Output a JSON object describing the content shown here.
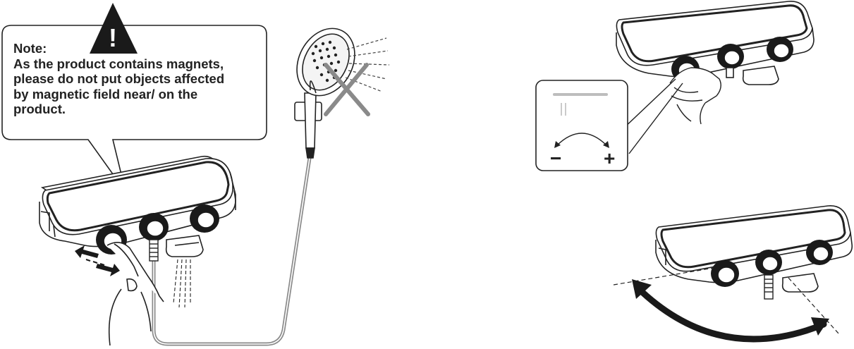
{
  "note": {
    "heading": "Note:",
    "lines": [
      "As the product contains magnets,",
      "please do not put objects affected",
      "by magnetic field near/ on the",
      "product."
    ]
  },
  "symbols": {
    "warning": "!",
    "minus": "−",
    "plus": "+"
  },
  "icons": [
    "warning-icon",
    "shower-head-icon",
    "hand-icon",
    "rotation-arrow-icon",
    "cross-out-icon"
  ],
  "colors": {
    "line": "#222222",
    "hose": "#8a8a8a",
    "knob": "#1a1a1a",
    "inset_bar": "#bdbdbd"
  }
}
